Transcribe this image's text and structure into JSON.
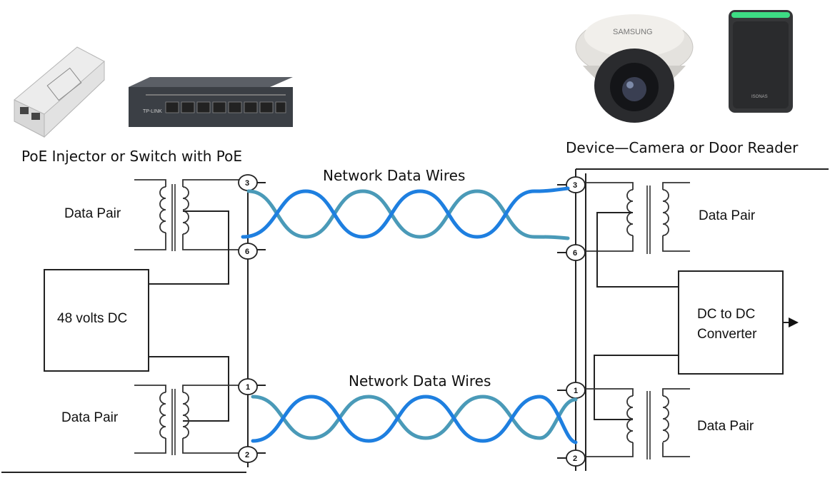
{
  "captions": {
    "left": "PoE Injector or Switch with PoE",
    "right": "Device—Camera or Door Reader"
  },
  "wires": {
    "top": "Network Data Wires",
    "bottom": "Network Data Wires"
  },
  "labels": {
    "left_top_pair": "Data Pair",
    "left_bottom_pair": "Data Pair",
    "right_top_pair": "Data Pair",
    "right_bottom_pair": "Data Pair",
    "power_source": "48 volts DC",
    "converter_line1": "DC to DC",
    "converter_line2": "Converter"
  },
  "pins": {
    "left": [
      "3",
      "6",
      "1",
      "2"
    ],
    "right": [
      "3",
      "6",
      "1",
      "2"
    ]
  },
  "device_logos": {
    "camera_brand": "SAMSUNG",
    "switch_brand": "TP-LINK",
    "reader_brand": "ISONAS"
  },
  "icons": [
    "poe-injector-icon",
    "network-switch-icon",
    "dome-camera-icon",
    "door-reader-icon",
    "arrow-right-icon"
  ],
  "colors": {
    "wire_blue": "#1e7fe0",
    "wire_teal": "#4a9ab8",
    "reader_led": "#3ddc84"
  }
}
